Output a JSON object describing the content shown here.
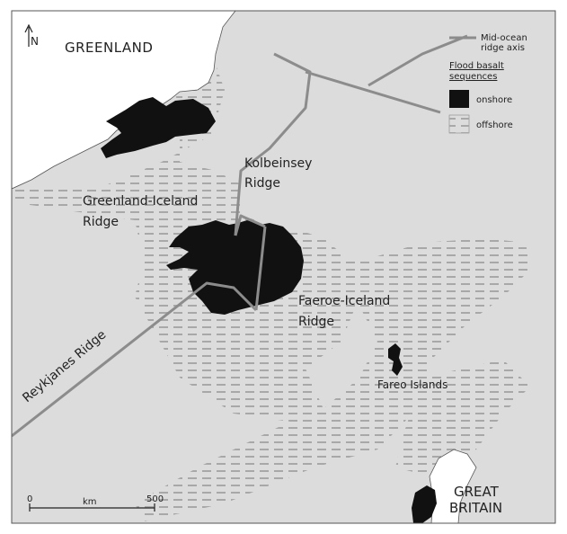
{
  "labels": {
    "greenland": "GREENLAND",
    "kolbeinsey_1": "Kolbeinsey",
    "kolbeinsey_2": "Ridge",
    "greenland_iceland_1": "Greenland-Iceland",
    "greenland_iceland_2": "Ridge",
    "faeroe_iceland_1": "Faeroe-Iceland",
    "faeroe_iceland_2": "Ridge",
    "reykjanes": "Reykjanes Ridge",
    "fareo": "Fareo Islands",
    "great_britain_1": "GREAT",
    "great_britain_2": "BRITAIN",
    "north": "N"
  },
  "legend": {
    "ridge_axis_1": "Mid-ocean",
    "ridge_axis_2": "ridge axis",
    "flood_basalt_1": "Flood basalt",
    "flood_basalt_2": "sequences",
    "onshore": "onshore",
    "offshore": "offshore"
  },
  "scale": {
    "zero": "0",
    "unit": "km",
    "max": "500"
  },
  "colors": {
    "sea": "#dcdcdc",
    "land": "#ffffff",
    "basalt": "#111111",
    "ridge": "#8c8c8c",
    "dash": "#a8a8a8"
  }
}
